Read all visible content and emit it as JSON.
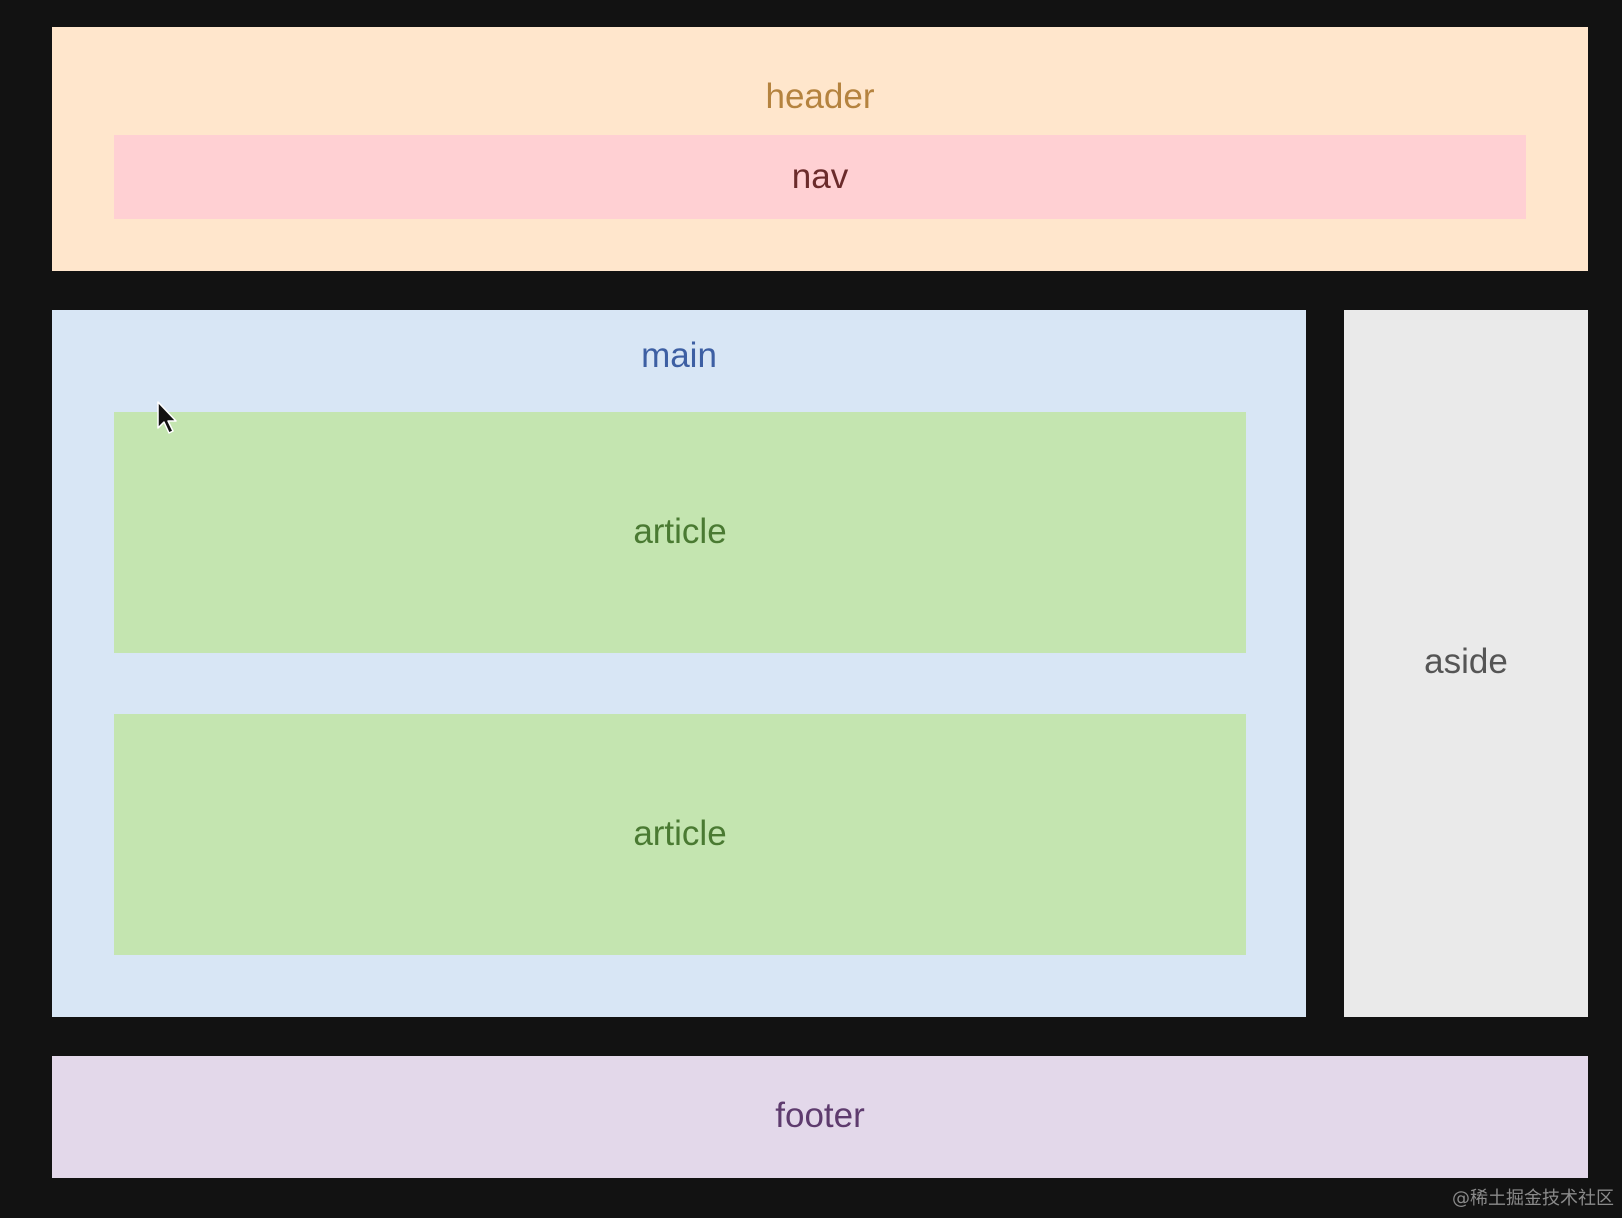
{
  "header": {
    "label": "header",
    "bg": "#FFE6CC",
    "text_color": "#B5833F"
  },
  "nav": {
    "label": "nav",
    "bg": "#FFD0D3",
    "text_color": "#6B2B2B"
  },
  "main": {
    "label": "main",
    "bg": "#D8E6F5",
    "text_color": "#3D5FA3"
  },
  "articles": [
    {
      "label": "article",
      "bg": "#C4E5B0",
      "text_color": "#4A7A32"
    },
    {
      "label": "article",
      "bg": "#C4E5B0",
      "text_color": "#4A7A32"
    }
  ],
  "aside": {
    "label": "aside",
    "bg": "#EAEAEA",
    "text_color": "#555555"
  },
  "footer": {
    "label": "footer",
    "bg": "#E3D8EA",
    "text_color": "#5E3B6E"
  },
  "watermark": "@稀土掘金技术社区",
  "cursor_icon": "arrow-cursor-icon"
}
